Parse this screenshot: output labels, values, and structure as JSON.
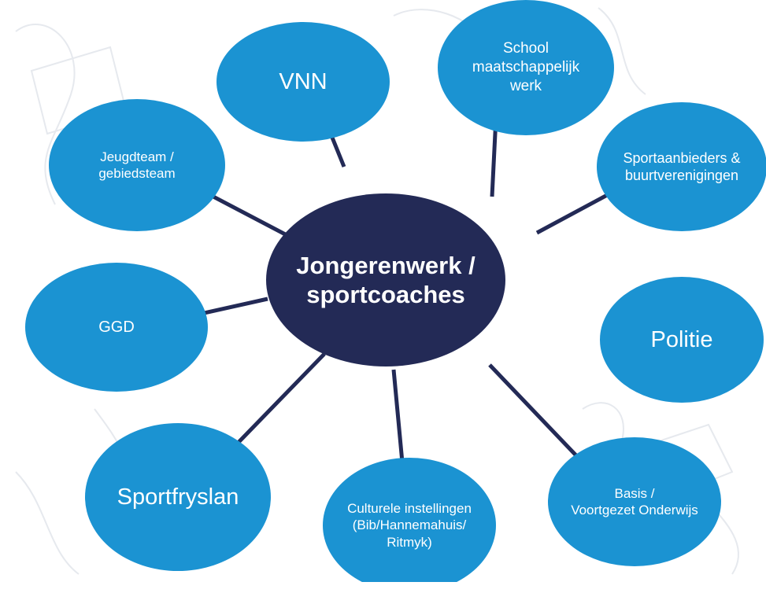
{
  "colors": {
    "center_fill": "#232a56",
    "node_fill": "#1b93d2",
    "connector": "#232a56",
    "label_text": "#ffffff",
    "watermark": "#e6e9ee"
  },
  "center": {
    "label": "Jongerenwerk /\nsportcoaches"
  },
  "nodes": [
    {
      "id": "vnn",
      "label": "VNN"
    },
    {
      "id": "school",
      "label": "School\nmaatschappelijk\nwerk"
    },
    {
      "id": "sportaanbieders",
      "label": "Sportaanbieders &\nbuurtverenigingen"
    },
    {
      "id": "politie",
      "label": "Politie"
    },
    {
      "id": "basis",
      "label": "Basis /\nVoortgezet Onderwijs"
    },
    {
      "id": "culturele",
      "label": "Culturele instellingen\n(Bib/Hannemahuis/\nRitmyk)"
    },
    {
      "id": "sportfryslan",
      "label": "Sportfryslan"
    },
    {
      "id": "ggd",
      "label": "GGD"
    },
    {
      "id": "jeugdteam",
      "label": "Jeugdteam /\ngebiedsteam"
    }
  ]
}
